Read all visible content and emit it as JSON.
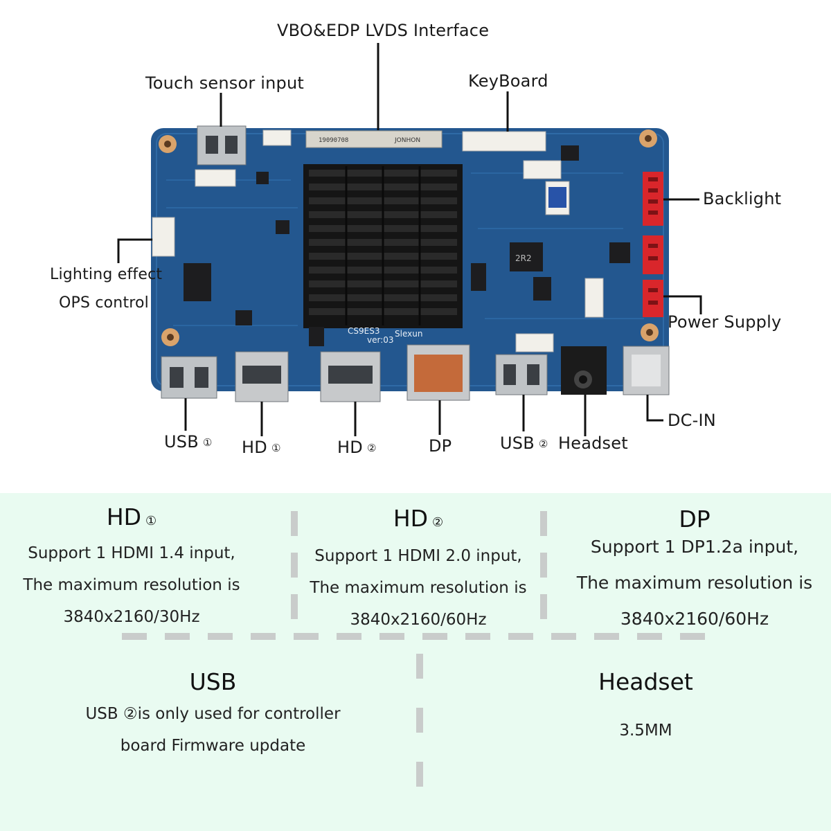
{
  "labels": {
    "top_interface": "VBO&EDP LVDS Interface",
    "touch": "Touch sensor input",
    "keyboard": "KeyBoard",
    "backlight": "Backlight",
    "lighting": "Lighting effect",
    "ops": "OPS control",
    "power": "Power Supply",
    "dcin": "DC-IN",
    "usb1": "USB",
    "usb1_num": "①",
    "hd1": "HD",
    "hd1_num": "①",
    "hd2": "HD",
    "hd2_num": "②",
    "dp": "DP",
    "usb2": "USB",
    "usb2_num": "②",
    "headset": "Headset"
  },
  "board": {
    "connector_code": "19090708",
    "connector_brand": "JONHON",
    "chip_model": "CS9ES3",
    "version": "ver:03",
    "brand": "Slexun",
    "ic_mark": "2R2",
    "colors": {
      "pcb": "#23578f",
      "heatsink": "#111111",
      "red_connector": "#d9262b",
      "white_connector": "#f2f0ea"
    }
  },
  "specs": {
    "hd1": {
      "title": "HD",
      "num": "①",
      "lines": [
        "Support 1 HDMI 1.4 input,",
        "The maximum resolution is",
        "3840x2160/30Hz"
      ]
    },
    "hd2": {
      "title": "HD",
      "num": "②",
      "lines": [
        "Support 1 HDMI 2.0 input,",
        "The maximum resolution is",
        "3840x2160/60Hz"
      ]
    },
    "dp": {
      "title": "DP",
      "lines": [
        "Support 1 DP1.2a input,",
        "The maximum resolution is",
        "3840x2160/60Hz"
      ]
    },
    "usb": {
      "title": "USB",
      "lines": [
        "USB ②is only used for controller",
        "board Firmware update"
      ]
    },
    "headset": {
      "title": "Headset",
      "lines": [
        "3.5MM"
      ]
    },
    "colors": {
      "background": "#e9fbf1",
      "dash": "#c9cccb"
    }
  }
}
